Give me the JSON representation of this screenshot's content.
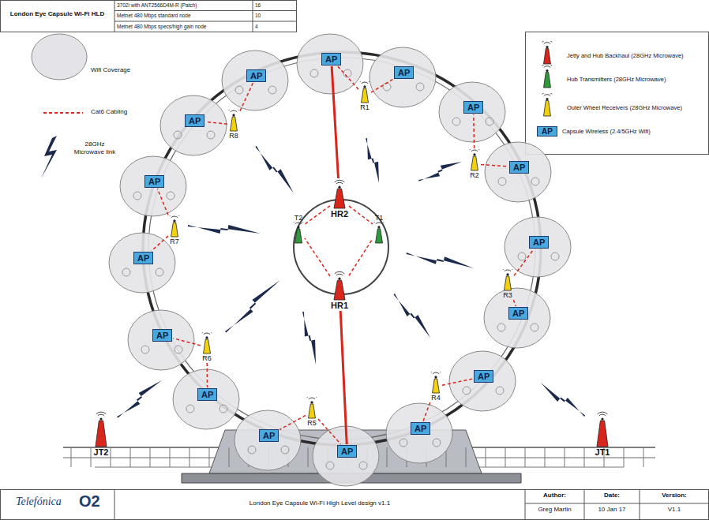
{
  "diagram": {
    "title": "London Eye Capsule Wi-Fi HLD",
    "nodes": [
      {
        "text": [
          "AP"
        ]
      },
      {
        "text": [
          "AP"
        ]
      },
      {
        "text": [
          "AP"
        ]
      },
      {
        "text": [
          "AP"
        ]
      },
      {
        "text": [
          "AP"
        ]
      },
      {
        "text": [
          "AP"
        ]
      },
      {
        "text": [
          "AP"
        ]
      },
      {
        "text": [
          "AP"
        ]
      },
      {
        "text": [
          "AP"
        ]
      },
      {
        "text": [
          "AP"
        ]
      },
      {
        "text": [
          "AP"
        ]
      },
      {
        "text": [
          "AP"
        ]
      },
      {
        "text": [
          "AP"
        ]
      },
      {
        "text": [
          "AP"
        ]
      },
      {
        "text": [
          "AP"
        ]
      },
      {
        "text": [
          "AP"
        ]
      },
      {
        "text": [
          "R1"
        ]
      },
      {
        "text": [
          "R2"
        ]
      },
      {
        "text": [
          "R3"
        ]
      },
      {
        "text": [
          "R4"
        ]
      },
      {
        "text": [
          "R5"
        ]
      },
      {
        "text": [
          "R6"
        ]
      },
      {
        "text": [
          "R7"
        ]
      },
      {
        "text": [
          "R8"
        ]
      },
      {
        "text": [
          "T1"
        ]
      },
      {
        "text": [
          "T2"
        ]
      },
      {
        "text": [
          "HR2"
        ]
      },
      {
        "text": [
          "HR1"
        ]
      },
      {
        "text": [
          "JT2"
        ]
      },
      {
        "text": [
          "JT1"
        ]
      }
    ],
    "edges": [
      {
        "from": 26,
        "to": 0,
        "arrow": "none"
      },
      {
        "from": 27,
        "to": 8,
        "arrow": "none"
      },
      {
        "from": 26,
        "to": 24,
        "arrow": "none"
      },
      {
        "from": 26,
        "to": 25,
        "arrow": "none"
      },
      {
        "from": 27,
        "to": 24,
        "arrow": "none"
      },
      {
        "from": 27,
        "to": 25,
        "arrow": "none"
      },
      {
        "from": 16,
        "to": 0,
        "arrow": "none"
      },
      {
        "from": 16,
        "to": 1,
        "arrow": "none"
      },
      {
        "from": 17,
        "to": 2,
        "arrow": "none"
      },
      {
        "from": 17,
        "to": 3,
        "arrow": "none"
      },
      {
        "from": 18,
        "to": 4,
        "arrow": "none"
      },
      {
        "from": 18,
        "to": 5,
        "arrow": "none"
      },
      {
        "from": 19,
        "to": 6,
        "arrow": "none"
      },
      {
        "from": 19,
        "to": 7,
        "arrow": "none"
      },
      {
        "from": 20,
        "to": 8,
        "arrow": "none"
      },
      {
        "from": 20,
        "to": 9,
        "arrow": "none"
      },
      {
        "from": 21,
        "to": 10,
        "arrow": "none"
      },
      {
        "from": 21,
        "to": 11,
        "arrow": "none"
      },
      {
        "from": 22,
        "to": 12,
        "arrow": "none"
      },
      {
        "from": 22,
        "to": 13,
        "arrow": "none"
      },
      {
        "from": 23,
        "to": 14,
        "arrow": "none"
      },
      {
        "from": 23,
        "to": 15,
        "arrow": "none"
      }
    ],
    "labels": [
      "3702i with ANT2566D4M-R (Patch)",
      "16",
      "Metnet 480 Mbps standard node",
      "10",
      "Metnet 480 Mbps specs/high gain node",
      "4",
      "AP",
      "Telefónica",
      "O2",
      "London Eye Capsule Wi-Fi High Level design v1.1",
      "Author:",
      "Greg Martin",
      "Date:",
      "10 Jan 17",
      "Version:",
      "V1.1"
    ],
    "legend": [
      {
        "text": "Wifi Coverage"
      },
      {
        "text": "Cat6 Cabling"
      },
      {
        "text": "28GHz Microwave link"
      },
      {
        "text": "Jetty and Hub Backhaul (28GHz Microwave)",
        "color": "#d9261c"
      },
      {
        "text": "Hub Transmitters (28GHz Microwave)",
        "color": "#2e9a3a"
      },
      {
        "text": "Outer Wheel Receivers (28GHz Microwave)",
        "color": "#f2d20f"
      },
      {
        "text": "Capsule Wireless (2.4/5GHz Wifi)",
        "color": "#49a9df"
      }
    ]
  }
}
